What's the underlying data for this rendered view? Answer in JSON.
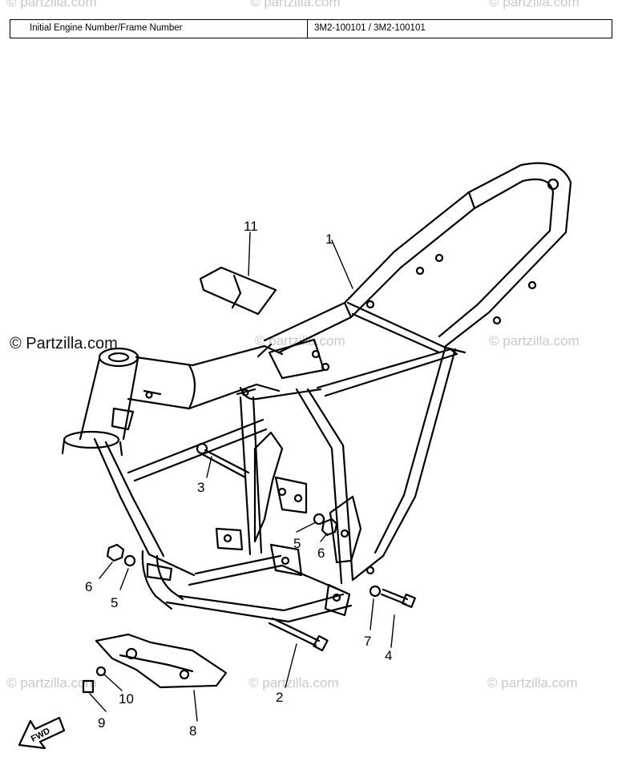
{
  "header": {
    "label": "Initial Engine Number/Frame Number",
    "value": "3M2-100101 / 3M2-100101"
  },
  "copyright": "© Partzilla.com",
  "watermark": "© partzilla.com",
  "fwd_label": "FWD",
  "callouts": [
    {
      "id": "1",
      "part": "frame"
    },
    {
      "id": "2",
      "part": "bolt"
    },
    {
      "id": "3",
      "part": "bolt"
    },
    {
      "id": "4",
      "part": "bolt"
    },
    {
      "id": "5",
      "part": "washer"
    },
    {
      "id": "5",
      "part": "washer"
    },
    {
      "id": "6",
      "part": "nut"
    },
    {
      "id": "6",
      "part": "nut"
    },
    {
      "id": "7",
      "part": "washer"
    },
    {
      "id": "8",
      "part": "engine-guard"
    },
    {
      "id": "9",
      "part": "bolt"
    },
    {
      "id": "10",
      "part": "washer"
    },
    {
      "id": "11",
      "part": "cover"
    }
  ]
}
